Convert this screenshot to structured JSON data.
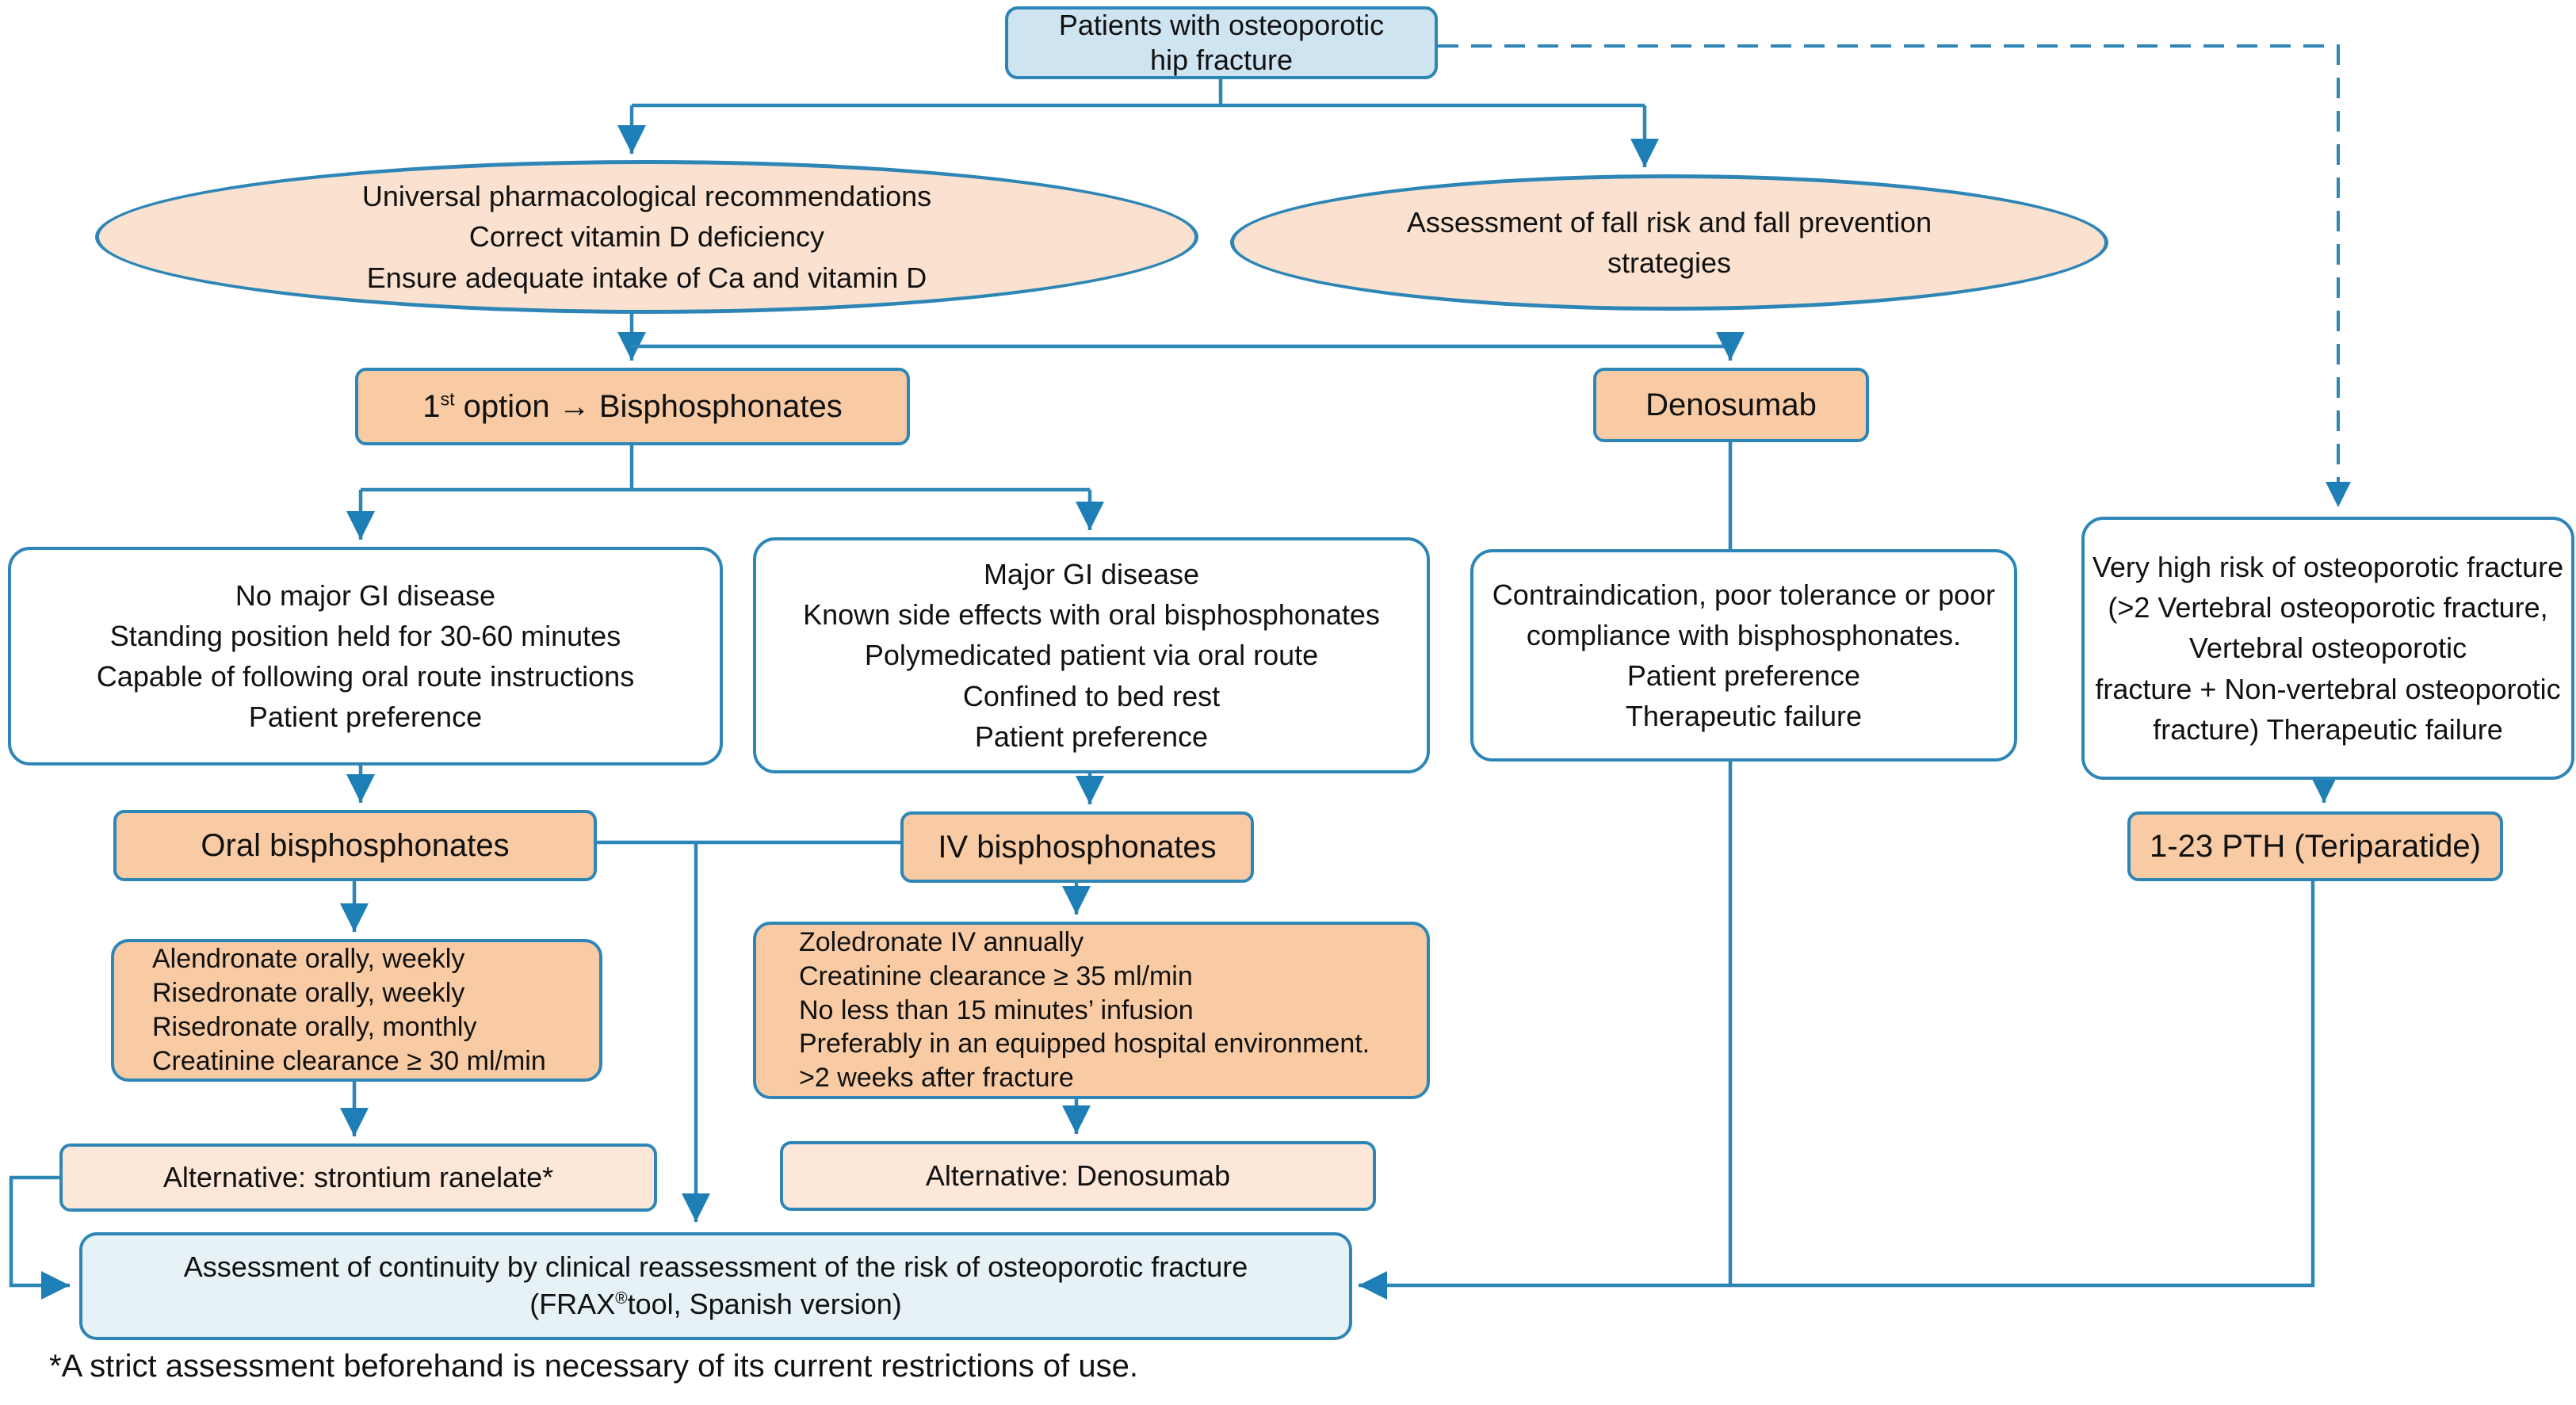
{
  "diagram": {
    "root": {
      "lines": [
        "Patients with osteoporotic",
        "hip fracture"
      ]
    },
    "universal_recommendations": {
      "lines": [
        "Universal pharmacological recommendations",
        "Correct vitamin D deficiency",
        "Ensure adequate intake of Ca and vitamin D"
      ]
    },
    "fall_risk": {
      "lines": [
        "Assessment of fall risk and fall prevention",
        "strategies"
      ]
    },
    "first_option": {
      "num": "1",
      "sup": "st",
      "rest": " option → Bisphosphonates"
    },
    "denosumab": {
      "label": "Denosumab"
    },
    "no_major_gi": {
      "lines": [
        "No major GI disease",
        "Standing position held for 30-60 minutes",
        "Capable of following oral route instructions",
        "Patient preference"
      ]
    },
    "major_gi": {
      "lines": [
        "Major GI disease",
        "Known side effects with oral bisphosphonates",
        "Polymedicated patient via oral route",
        "Confined to bed rest",
        "Patient preference"
      ]
    },
    "contraindication": {
      "lines": [
        "Contraindication, poor tolerance or poor",
        "compliance with bisphosphonates.",
        "Patient preference",
        "Therapeutic failure"
      ]
    },
    "very_high_risk": {
      "lines": [
        "Very high risk of osteoporotic fracture",
        "(>2 Vertebral osteoporotic fracture,",
        "Vertebral osteoporotic",
        "fracture + Non-vertebral osteoporotic",
        "fracture) Therapeutic failure"
      ]
    },
    "oral_bisphosphonates": {
      "label": "Oral bisphosphonates"
    },
    "iv_bisphosphonates": {
      "label": "IV bisphosphonates"
    },
    "pth": {
      "label": "1-23 PTH (Teriparatide)"
    },
    "oral_detail": {
      "lines": [
        "Alendronate orally, weekly",
        "Risedronate orally, weekly",
        "Risedronate orally, monthly",
        "Creatinine clearance ≥ 30 ml/min"
      ]
    },
    "iv_detail": {
      "lines": [
        "Zoledronate IV annually",
        "Creatinine clearance ≥ 35 ml/min",
        "No less than 15 minutes’ infusion",
        "Preferably in an equipped hospital environment.",
        ">2 weeks after fracture"
      ]
    },
    "alt_strontium": {
      "label": "Alternative: strontium ranelate*"
    },
    "alt_denosumab": {
      "label": "Alternative: Denosumab"
    },
    "assessment": {
      "line1": "Assessment of continuity by clinical reassessment of the risk of osteoporotic fracture",
      "frax_pre": "(FRAX",
      "frax_sup": "®",
      "frax_post": "tool, Spanish version)"
    },
    "footnote": "*A strict assessment beforehand is necessary of its current restrictions of use."
  },
  "colors": {
    "line_blue": "#2e86b6",
    "arrow_blue": "#1d7fb5",
    "root_fill": "#cfe4f1",
    "ellipse_fill": "#fbe2d0",
    "option_fill": "#f8cba4",
    "alternative_fill": "#fce7d8",
    "assessment_fill": "#e6f2f6"
  }
}
